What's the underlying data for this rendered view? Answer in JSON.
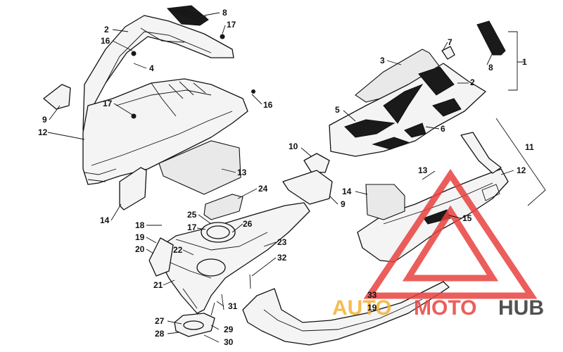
{
  "diagram": {
    "callouts": [
      {
        "id": "c-8a",
        "text": "8"
      },
      {
        "id": "c-17a",
        "text": "17"
      },
      {
        "id": "c-2a",
        "text": "2"
      },
      {
        "id": "c-16a",
        "text": "16"
      },
      {
        "id": "c-4",
        "text": "4"
      },
      {
        "id": "c-17b",
        "text": "17"
      },
      {
        "id": "c-16b",
        "text": "16"
      },
      {
        "id": "c-9a",
        "text": "9"
      },
      {
        "id": "c-12a",
        "text": "12"
      },
      {
        "id": "c-13a",
        "text": "13"
      },
      {
        "id": "c-24",
        "text": "24"
      },
      {
        "id": "c-14a",
        "text": "14"
      },
      {
        "id": "c-18",
        "text": "18"
      },
      {
        "id": "c-25",
        "text": "25"
      },
      {
        "id": "c-17c",
        "text": "17"
      },
      {
        "id": "c-26",
        "text": "26"
      },
      {
        "id": "c-19a",
        "text": "19"
      },
      {
        "id": "c-20",
        "text": "20"
      },
      {
        "id": "c-22",
        "text": "22"
      },
      {
        "id": "c-23",
        "text": "23"
      },
      {
        "id": "c-32",
        "text": "32"
      },
      {
        "id": "c-21",
        "text": "21"
      },
      {
        "id": "c-31",
        "text": "31"
      },
      {
        "id": "c-27",
        "text": "27"
      },
      {
        "id": "c-29",
        "text": "29"
      },
      {
        "id": "c-28",
        "text": "28"
      },
      {
        "id": "c-30",
        "text": "30"
      },
      {
        "id": "c-7",
        "text": "7"
      },
      {
        "id": "c-3",
        "text": "3"
      },
      {
        "id": "c-8b",
        "text": "8"
      },
      {
        "id": "c-1",
        "text": "1"
      },
      {
        "id": "c-2b",
        "text": "2"
      },
      {
        "id": "c-5",
        "text": "5"
      },
      {
        "id": "c-6",
        "text": "6"
      },
      {
        "id": "c-10",
        "text": "10"
      },
      {
        "id": "c-11",
        "text": "11"
      },
      {
        "id": "c-13b",
        "text": "13"
      },
      {
        "id": "c-12b",
        "text": "12"
      },
      {
        "id": "c-14b",
        "text": "14"
      },
      {
        "id": "c-9b",
        "text": "9"
      },
      {
        "id": "c-15",
        "text": "15"
      },
      {
        "id": "c-33",
        "text": "33"
      },
      {
        "id": "c-19b",
        "text": "19"
      }
    ]
  },
  "watermark": {
    "part1": "AUTO",
    "part2": "MOTO",
    "part3": "HUB",
    "colors": {
      "auto": "#f2b233",
      "moto": "#e8423f",
      "hub": "#333333",
      "triangle": "#e8423f"
    }
  }
}
